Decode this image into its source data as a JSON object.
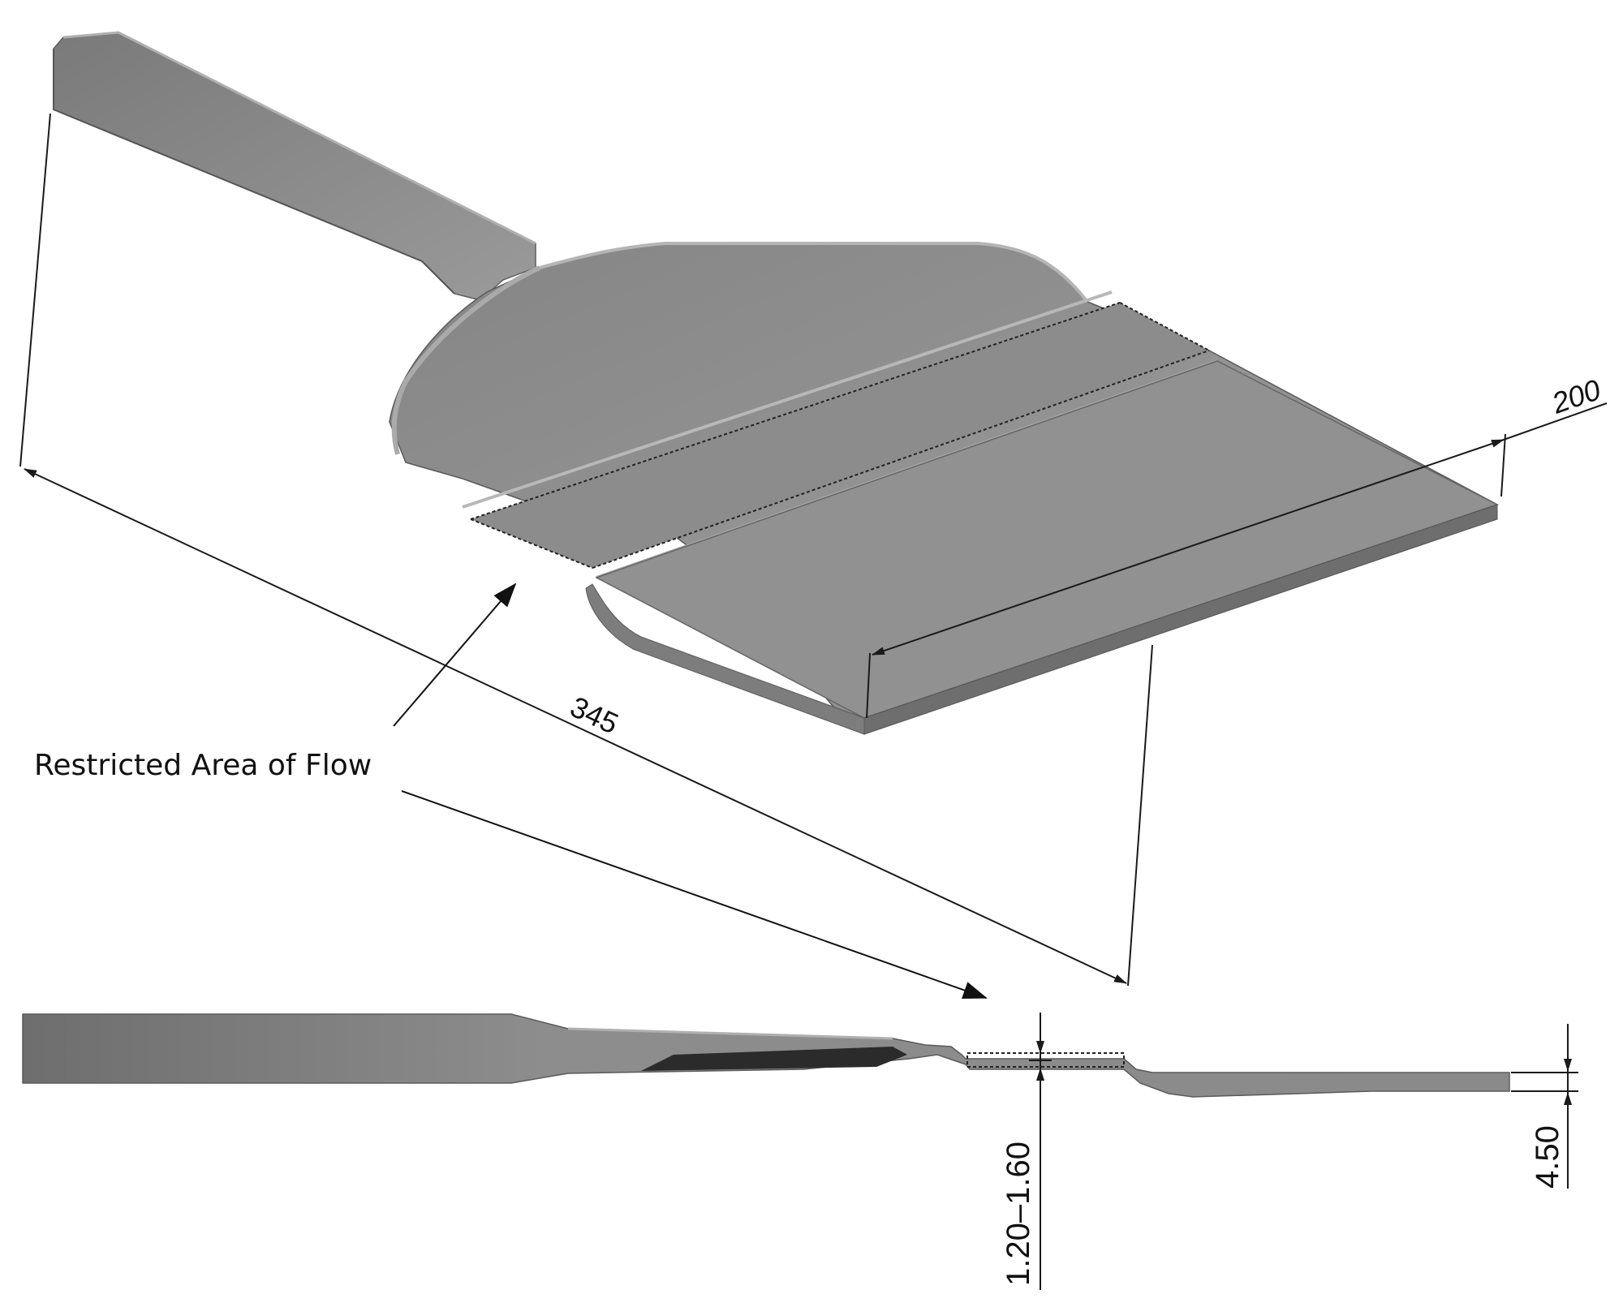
{
  "drawing": {
    "annotation": "Restricted Area of Flow",
    "dimensions": {
      "overall_length": "345",
      "width": "200",
      "restricted_thickness": "1.20–1.60",
      "plate_thickness": "4.50"
    },
    "colors": {
      "part": "#8e8e8e",
      "part_dark": "#6a6a6a",
      "part_light": "#a9a9a9",
      "shadow": "#2b2b2b",
      "dim_line": "#1a1a1a"
    }
  }
}
